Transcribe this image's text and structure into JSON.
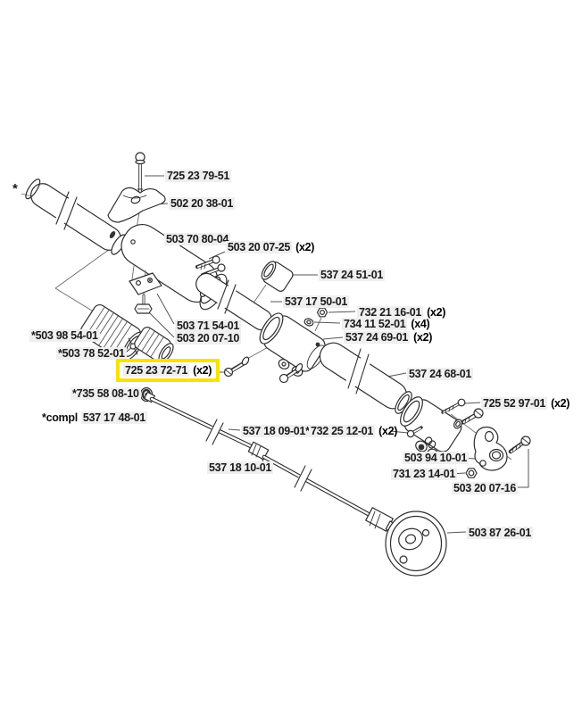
{
  "page": {
    "background": "#ffffff",
    "kind": "exploded-parts-diagram"
  },
  "colors": {
    "highlight_border": "#f5e400",
    "label_background": "#efefef",
    "text": "#1a1a1a",
    "line": "#2e2e2e"
  },
  "marker_note": "*",
  "labels": [
    {
      "num": "725 23 79-51",
      "qty": "",
      "prefix": ""
    },
    {
      "num": "502 20 38-01",
      "qty": "",
      "prefix": ""
    },
    {
      "num": "503 70 80-04",
      "qty": "",
      "prefix": ""
    },
    {
      "num": "503 20 07-25",
      "qty": "(x2)",
      "prefix": ""
    },
    {
      "num": "537 24 51-01",
      "qty": "",
      "prefix": ""
    },
    {
      "num": "537 17 50-01",
      "qty": "",
      "prefix": ""
    },
    {
      "num": "732 21 16-01",
      "qty": "(x2)",
      "prefix": ""
    },
    {
      "num": "734 11 52-01",
      "qty": "(x4)",
      "prefix": ""
    },
    {
      "num": "537 24 69-01",
      "qty": "(x2)",
      "prefix": ""
    },
    {
      "num": "*503 98 54-01",
      "qty": "",
      "prefix": ""
    },
    {
      "num": "*503 78 52-01",
      "qty": "",
      "prefix": ""
    },
    {
      "num": "503 71 54-01",
      "qty": "",
      "prefix": ""
    },
    {
      "num": "503 20 07-10",
      "qty": "",
      "prefix": ""
    },
    {
      "num": "725 23 72-71",
      "qty": "(x2)",
      "prefix": "",
      "highlighted": true
    },
    {
      "num": "*735 58 08-10",
      "qty": "",
      "prefix": ""
    },
    {
      "num": "537 17 48-01",
      "qty": "",
      "prefix": "*compl"
    },
    {
      "num": "537 18 09-01*",
      "qty": "",
      "prefix": ""
    },
    {
      "num": "732 25 12-01",
      "qty": "(x2)",
      "prefix": ""
    },
    {
      "num": "537 18 10-01",
      "qty": "",
      "prefix": ""
    },
    {
      "num": "537 24 68-01",
      "qty": "",
      "prefix": ""
    },
    {
      "num": "725 52 97-01",
      "qty": "(x2)",
      "prefix": ""
    },
    {
      "num": "503 94 10-01",
      "qty": "",
      "prefix": ""
    },
    {
      "num": "731 23 14-01",
      "qty": "",
      "prefix": ""
    },
    {
      "num": "503 20 07-16",
      "qty": "",
      "prefix": ""
    },
    {
      "num": "503 87 26-01",
      "qty": "",
      "prefix": ""
    }
  ]
}
